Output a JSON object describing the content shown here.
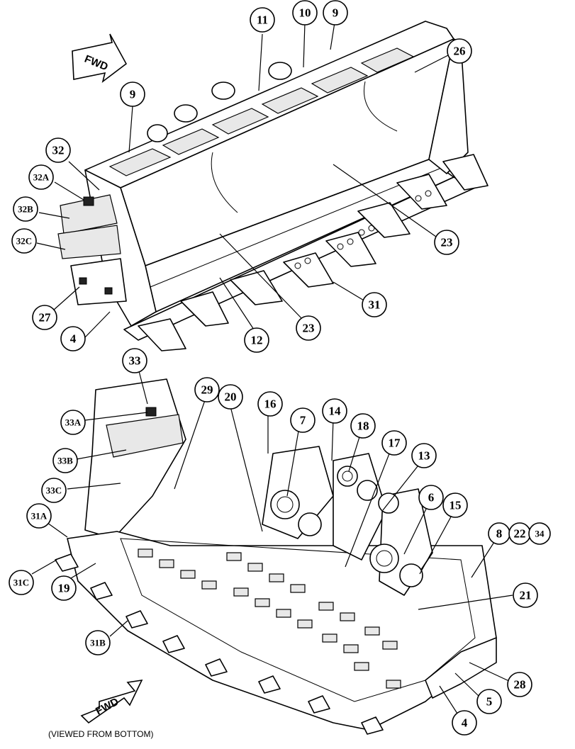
{
  "fwd_label_top": "FWD",
  "fwd_label_bottom": "FWD",
  "caption": "(VIEWED FROM BOTTOM)",
  "callouts": {
    "c11": "11",
    "c10": "10",
    "c9a": "9",
    "c26": "26",
    "c9b": "9",
    "c32": "32",
    "c32A": "32A",
    "c32B": "32B",
    "c32C": "32C",
    "c27": "27",
    "c4a": "4",
    "c12": "12",
    "c23a": "23",
    "c31": "31",
    "c23b": "23",
    "c33": "33",
    "c33A": "33A",
    "c33B": "33B",
    "c33C": "33C",
    "c29": "29",
    "c20": "20",
    "c16": "16",
    "c7": "7",
    "c14": "14",
    "c18": "18",
    "c17": "17",
    "c13": "13",
    "c6": "6",
    "c15": "15",
    "c8": "8",
    "c22": "22",
    "c34": "34",
    "c31A": "31A",
    "c31C": "31C",
    "c19": "19",
    "c21": "21",
    "c31B": "31B",
    "c28": "28",
    "c5": "5",
    "c4b": "4"
  }
}
